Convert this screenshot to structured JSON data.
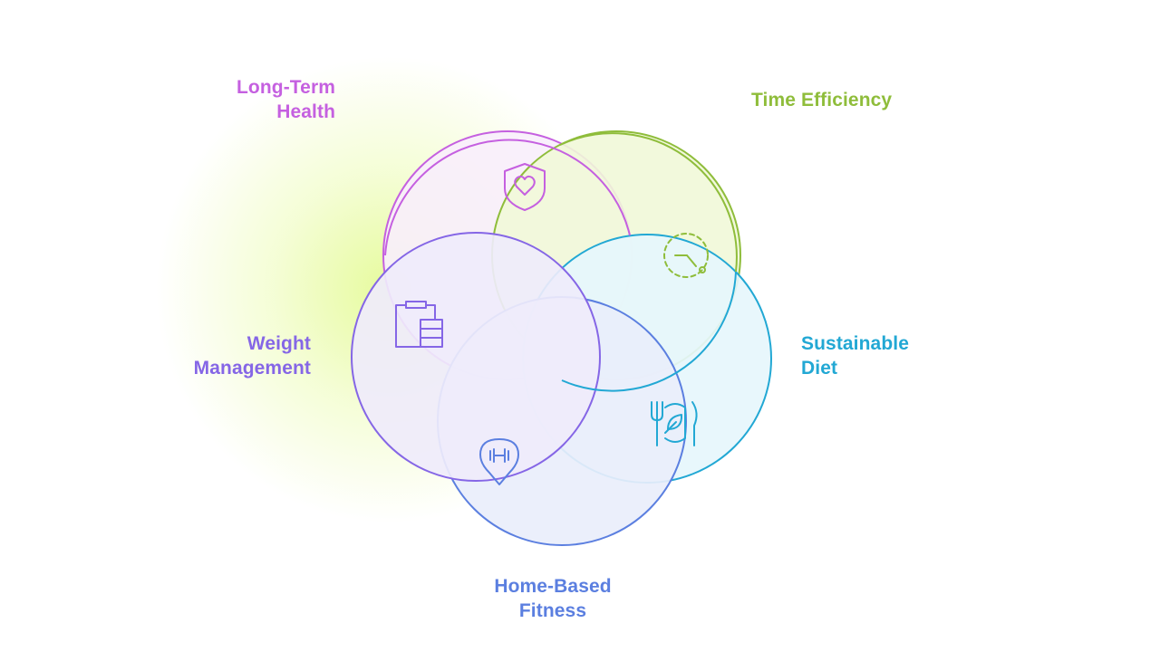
{
  "colors": {
    "long_term_health": "#c560e0",
    "time_efficiency": "#8fbd3b",
    "sustainable_diet": "#22a8d4",
    "weight_management": "#8566e6",
    "home_based_fitness": "#5b7fe0"
  },
  "segments": {
    "long_term_health": {
      "title_lines": [
        "Long-Term",
        "Health"
      ],
      "icon": "shield-heart-icon"
    },
    "time_efficiency": {
      "title_lines": [
        "Time Efficiency"
      ],
      "icon": "timer-icon"
    },
    "sustainable_diet": {
      "title_lines": [
        "Sustainable",
        "Diet"
      ],
      "icon": "plate-leaf-icon"
    },
    "weight_management": {
      "title_lines": [
        "Weight",
        "Management"
      ],
      "icon": "clipboard-scale-icon"
    },
    "home_based_fitness": {
      "title_lines": [
        "Home-Based",
        "Fitness"
      ],
      "icon": "dumbbell-pin-icon"
    }
  }
}
